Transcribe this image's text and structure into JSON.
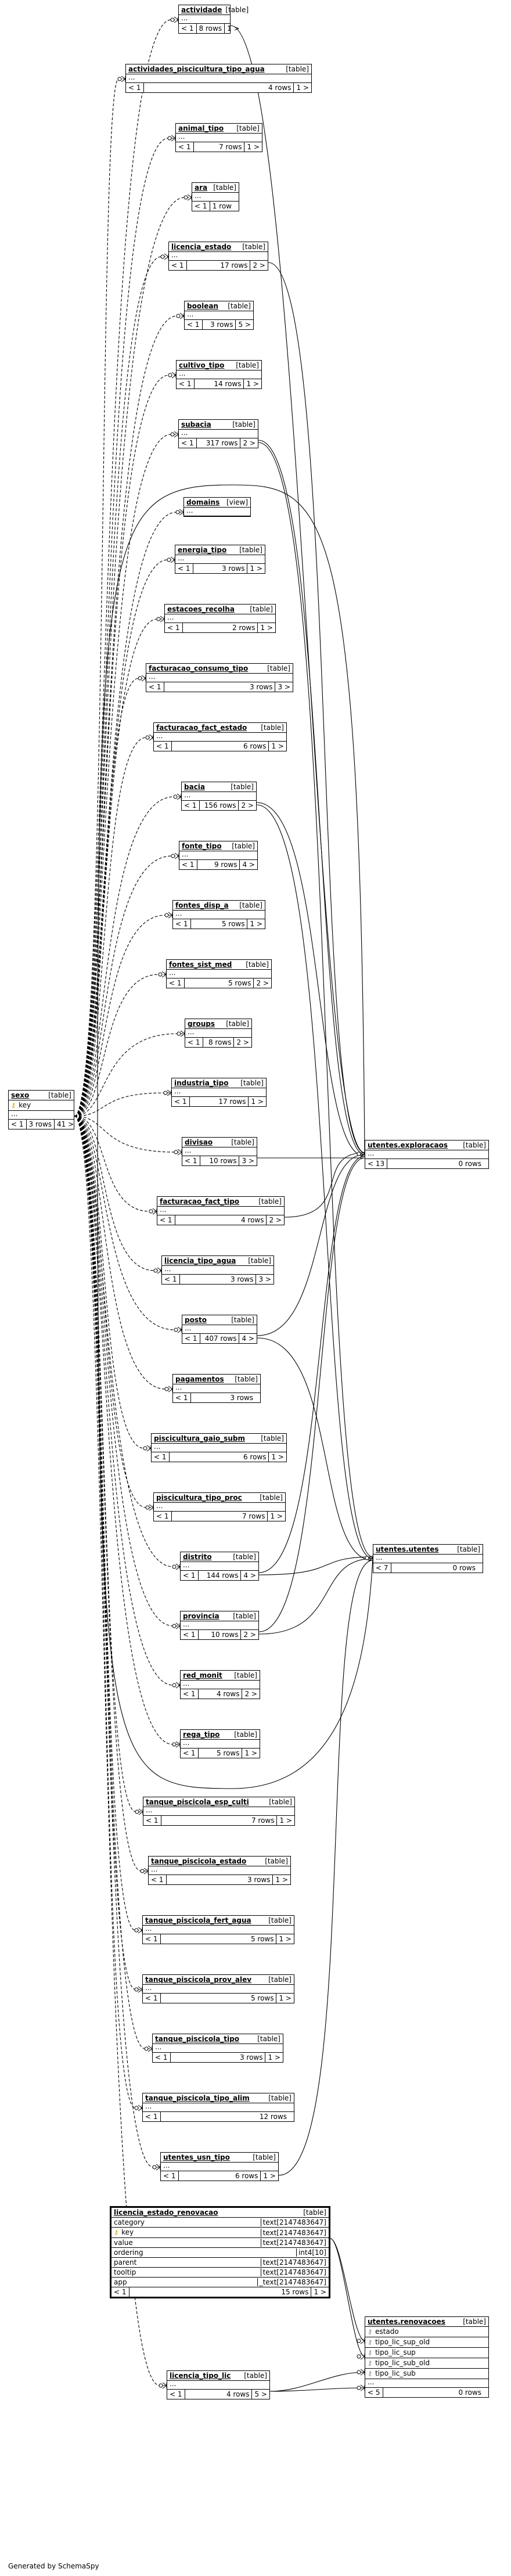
{
  "footer": "Generated by SchemaSpy",
  "tables": [
    {
      "id": "actividade",
      "name": "actividade",
      "kind": "[table]",
      "dots": "...",
      "prev": "< 1",
      "rows": "8 rows",
      "next": "1 >"
    },
    {
      "id": "actividades_piscicultura_tipo_agua",
      "name": "actividades_piscicultura_tipo_agua",
      "kind": "[table]",
      "dots": "...",
      "prev": "< 1",
      "rows": "4 rows",
      "next": "1 >"
    },
    {
      "id": "animal_tipo",
      "name": "animal_tipo",
      "kind": "[table]",
      "dots": "...",
      "prev": "< 1",
      "rows": "7 rows",
      "next": "1 >"
    },
    {
      "id": "ara",
      "name": "ara",
      "kind": "[table]",
      "dots": "...",
      "prev": "< 1",
      "rows": "1 row",
      "next": ""
    },
    {
      "id": "licencia_estado",
      "name": "licencia_estado",
      "kind": "[table]",
      "dots": "...",
      "prev": "< 1",
      "rows": "17 rows",
      "next": "2 >"
    },
    {
      "id": "boolean",
      "name": "boolean",
      "kind": "[table]",
      "dots": "...",
      "prev": "< 1",
      "rows": "3 rows",
      "next": "5 >"
    },
    {
      "id": "cultivo_tipo",
      "name": "cultivo_tipo",
      "kind": "[table]",
      "dots": "...",
      "prev": "< 1",
      "rows": "14 rows",
      "next": "1 >"
    },
    {
      "id": "subacia",
      "name": "subacia",
      "kind": "[table]",
      "dots": "...",
      "prev": "< 1",
      "rows": "317 rows",
      "next": "2 >"
    },
    {
      "id": "domains",
      "name": "domains",
      "kind": "[view]",
      "dots": "...",
      "prev": "",
      "rows": "",
      "next": ""
    },
    {
      "id": "energia_tipo",
      "name": "energia_tipo",
      "kind": "[table]",
      "dots": "...",
      "prev": "< 1",
      "rows": "3 rows",
      "next": "1 >"
    },
    {
      "id": "estacoes_recolha",
      "name": "estacoes_recolha",
      "kind": "[table]",
      "dots": "...",
      "prev": "< 1",
      "rows": "2 rows",
      "next": "1 >"
    },
    {
      "id": "facturacao_consumo_tipo",
      "name": "facturacao_consumo_tipo",
      "kind": "[table]",
      "dots": "...",
      "prev": "< 1",
      "rows": "3 rows",
      "next": "3 >"
    },
    {
      "id": "facturacao_fact_estado",
      "name": "facturacao_fact_estado",
      "kind": "[table]",
      "dots": "...",
      "prev": "< 1",
      "rows": "6 rows",
      "next": "1 >"
    },
    {
      "id": "bacia",
      "name": "bacia",
      "kind": "[table]",
      "dots": "...",
      "prev": "< 1",
      "rows": "156 rows",
      "next": "2 >"
    },
    {
      "id": "fonte_tipo",
      "name": "fonte_tipo",
      "kind": "[table]",
      "dots": "...",
      "prev": "< 1",
      "rows": "9 rows",
      "next": "4 >"
    },
    {
      "id": "fontes_disp_a",
      "name": "fontes_disp_a",
      "kind": "[table]",
      "dots": "...",
      "prev": "< 1",
      "rows": "5 rows",
      "next": "1 >"
    },
    {
      "id": "fontes_sist_med",
      "name": "fontes_sist_med",
      "kind": "[table]",
      "dots": "...",
      "prev": "< 1",
      "rows": "5 rows",
      "next": "2 >"
    },
    {
      "id": "groups",
      "name": "groups",
      "kind": "[table]",
      "dots": "...",
      "prev": "< 1",
      "rows": "8 rows",
      "next": "2 >"
    },
    {
      "id": "industria_tipo",
      "name": "industria_tipo",
      "kind": "[table]",
      "dots": "...",
      "prev": "< 1",
      "rows": "17 rows",
      "next": "1 >"
    },
    {
      "id": "divisao",
      "name": "divisao",
      "kind": "[table]",
      "dots": "...",
      "prev": "< 1",
      "rows": "10 rows",
      "next": "3 >"
    },
    {
      "id": "facturacao_fact_tipo",
      "name": "facturacao_fact_tipo",
      "kind": "[table]",
      "dots": "...",
      "prev": "< 1",
      "rows": "4 rows",
      "next": "2 >"
    },
    {
      "id": "licencia_tipo_agua",
      "name": "licencia_tipo_agua",
      "kind": "[table]",
      "dots": "...",
      "prev": "< 1",
      "rows": "3 rows",
      "next": "3 >"
    },
    {
      "id": "posto",
      "name": "posto",
      "kind": "[table]",
      "dots": "...",
      "prev": "< 1",
      "rows": "407 rows",
      "next": "4 >"
    },
    {
      "id": "pagamentos",
      "name": "pagamentos",
      "kind": "[table]",
      "dots": "...",
      "prev": "< 1",
      "rows": "3 rows",
      "next": ""
    },
    {
      "id": "piscicultura_gaio_subm",
      "name": "piscicultura_gaio_subm",
      "kind": "[table]",
      "dots": "...",
      "prev": "< 1",
      "rows": "6 rows",
      "next": "1 >"
    },
    {
      "id": "piscicultura_tipo_proc",
      "name": "piscicultura_tipo_proc",
      "kind": "[table]",
      "dots": "...",
      "prev": "< 1",
      "rows": "7 rows",
      "next": "1 >"
    },
    {
      "id": "distrito",
      "name": "distrito",
      "kind": "[table]",
      "dots": "...",
      "prev": "< 1",
      "rows": "144 rows",
      "next": "4 >"
    },
    {
      "id": "provincia",
      "name": "provincia",
      "kind": "[table]",
      "dots": "...",
      "prev": "< 1",
      "rows": "10 rows",
      "next": "2 >"
    },
    {
      "id": "red_monit",
      "name": "red_monit",
      "kind": "[table]",
      "dots": "...",
      "prev": "< 1",
      "rows": "4 rows",
      "next": "2 >"
    },
    {
      "id": "rega_tipo",
      "name": "rega_tipo",
      "kind": "[table]",
      "dots": "...",
      "prev": "< 1",
      "rows": "5 rows",
      "next": "1 >"
    },
    {
      "id": "tanque_piscicola_esp_culti",
      "name": "tanque_piscicola_esp_culti",
      "kind": "[table]",
      "dots": "...",
      "prev": "< 1",
      "rows": "7 rows",
      "next": "1 >"
    },
    {
      "id": "tanque_piscicola_estado",
      "name": "tanque_piscicola_estado",
      "kind": "[table]",
      "dots": "...",
      "prev": "< 1",
      "rows": "3 rows",
      "next": "1 >"
    },
    {
      "id": "tanque_piscicola_fert_agua",
      "name": "tanque_piscicola_fert_agua",
      "kind": "[table]",
      "dots": "...",
      "prev": "< 1",
      "rows": "5 rows",
      "next": "1 >"
    },
    {
      "id": "tanque_piscicola_prov_alev",
      "name": "tanque_piscicola_prov_alev",
      "kind": "[table]",
      "dots": "...",
      "prev": "< 1",
      "rows": "5 rows",
      "next": "1 >"
    },
    {
      "id": "tanque_piscicola_tipo",
      "name": "tanque_piscicola_tipo",
      "kind": "[table]",
      "dots": "...",
      "prev": "< 1",
      "rows": "3 rows",
      "next": "1 >"
    },
    {
      "id": "tanque_piscicola_tipo_alim",
      "name": "tanque_piscicola_tipo_alim",
      "kind": "[table]",
      "dots": "...",
      "prev": "< 1",
      "rows": "12 rows",
      "next": ""
    },
    {
      "id": "utentes_usn_tipo",
      "name": "utentes_usn_tipo",
      "kind": "[table]",
      "dots": "...",
      "prev": "< 1",
      "rows": "6 rows",
      "next": "1 >"
    },
    {
      "id": "licencia_tipo_lic",
      "name": "licencia_tipo_lic",
      "kind": "[table]",
      "dots": "...",
      "prev": "< 1",
      "rows": "4 rows",
      "next": "5 >"
    },
    {
      "id": "sexo",
      "name": "sexo",
      "kind": "[table]",
      "columns": [
        {
          "key": true,
          "name": "key",
          "type": ""
        }
      ],
      "dots": "...",
      "prev": "< 1",
      "rows": "3 rows",
      "next": "41 >"
    },
    {
      "id": "utentes_exploracaos",
      "name": "utentes.exploracaos",
      "kind": "[table]",
      "dots": "...",
      "prev": "< 13",
      "rows": "0 rows",
      "next": ""
    },
    {
      "id": "utentes_utentes",
      "name": "utentes.utentes",
      "kind": "[table]",
      "dots": "...",
      "prev": "< 7",
      "rows": "0 rows",
      "next": ""
    },
    {
      "id": "licencia_estado_renovacao",
      "name": "licencia_estado_renovacao",
      "kind": "[table]",
      "focus": true,
      "columns": [
        {
          "key": false,
          "name": "category",
          "type": "text[2147483647]"
        },
        {
          "key": true,
          "name": "key",
          "type": "text[2147483647]"
        },
        {
          "key": false,
          "name": "value",
          "type": "text[2147483647]"
        },
        {
          "key": false,
          "name": "ordering",
          "type": "int4[10]"
        },
        {
          "key": false,
          "name": "parent",
          "type": "text[2147483647]"
        },
        {
          "key": false,
          "name": "tooltip",
          "type": "text[2147483647]"
        },
        {
          "key": false,
          "name": "app",
          "type": "_text[2147483647]"
        }
      ],
      "prev": "< 1",
      "rows": "15 rows",
      "next": "1 >"
    },
    {
      "id": "utentes_renovacoes",
      "name": "utentes.renovacoes",
      "kind": "[table]",
      "columns": [
        {
          "key": false,
          "name": "estado",
          "type": ""
        },
        {
          "key": false,
          "name": "tipo_lic_sup_old",
          "type": ""
        },
        {
          "key": false,
          "name": "tipo_lic_sup",
          "type": ""
        },
        {
          "key": false,
          "name": "tipo_lic_sub_old",
          "type": ""
        },
        {
          "key": false,
          "name": "tipo_lic_sub",
          "type": ""
        }
      ],
      "dots": "...",
      "prev": "< 5",
      "rows": "0 rows",
      "next": ""
    }
  ]
}
